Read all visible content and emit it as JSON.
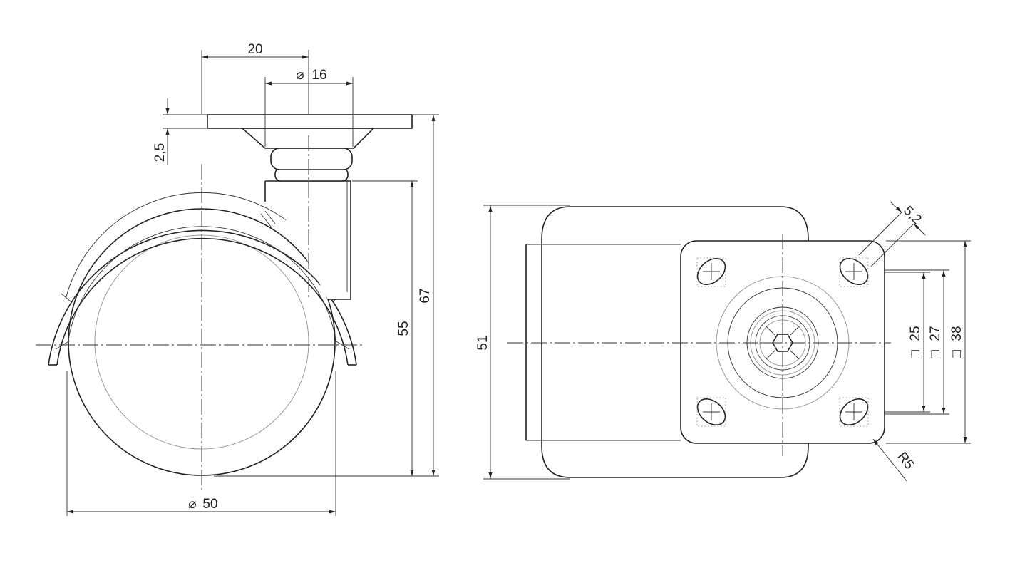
{
  "dimensions": {
    "offset_width": "20",
    "stem_diameter": "16",
    "plate_thickness": "2,5",
    "height_to_bracket": "55",
    "total_height": "67",
    "wheel_diameter": "50",
    "wheel_width": "51",
    "hole_slot": "5,2",
    "square_25": "25",
    "square_27": "27",
    "square_38": "38",
    "corner_radius": "R5"
  },
  "symbols": {
    "diameter": "⌀",
    "square": "□"
  }
}
